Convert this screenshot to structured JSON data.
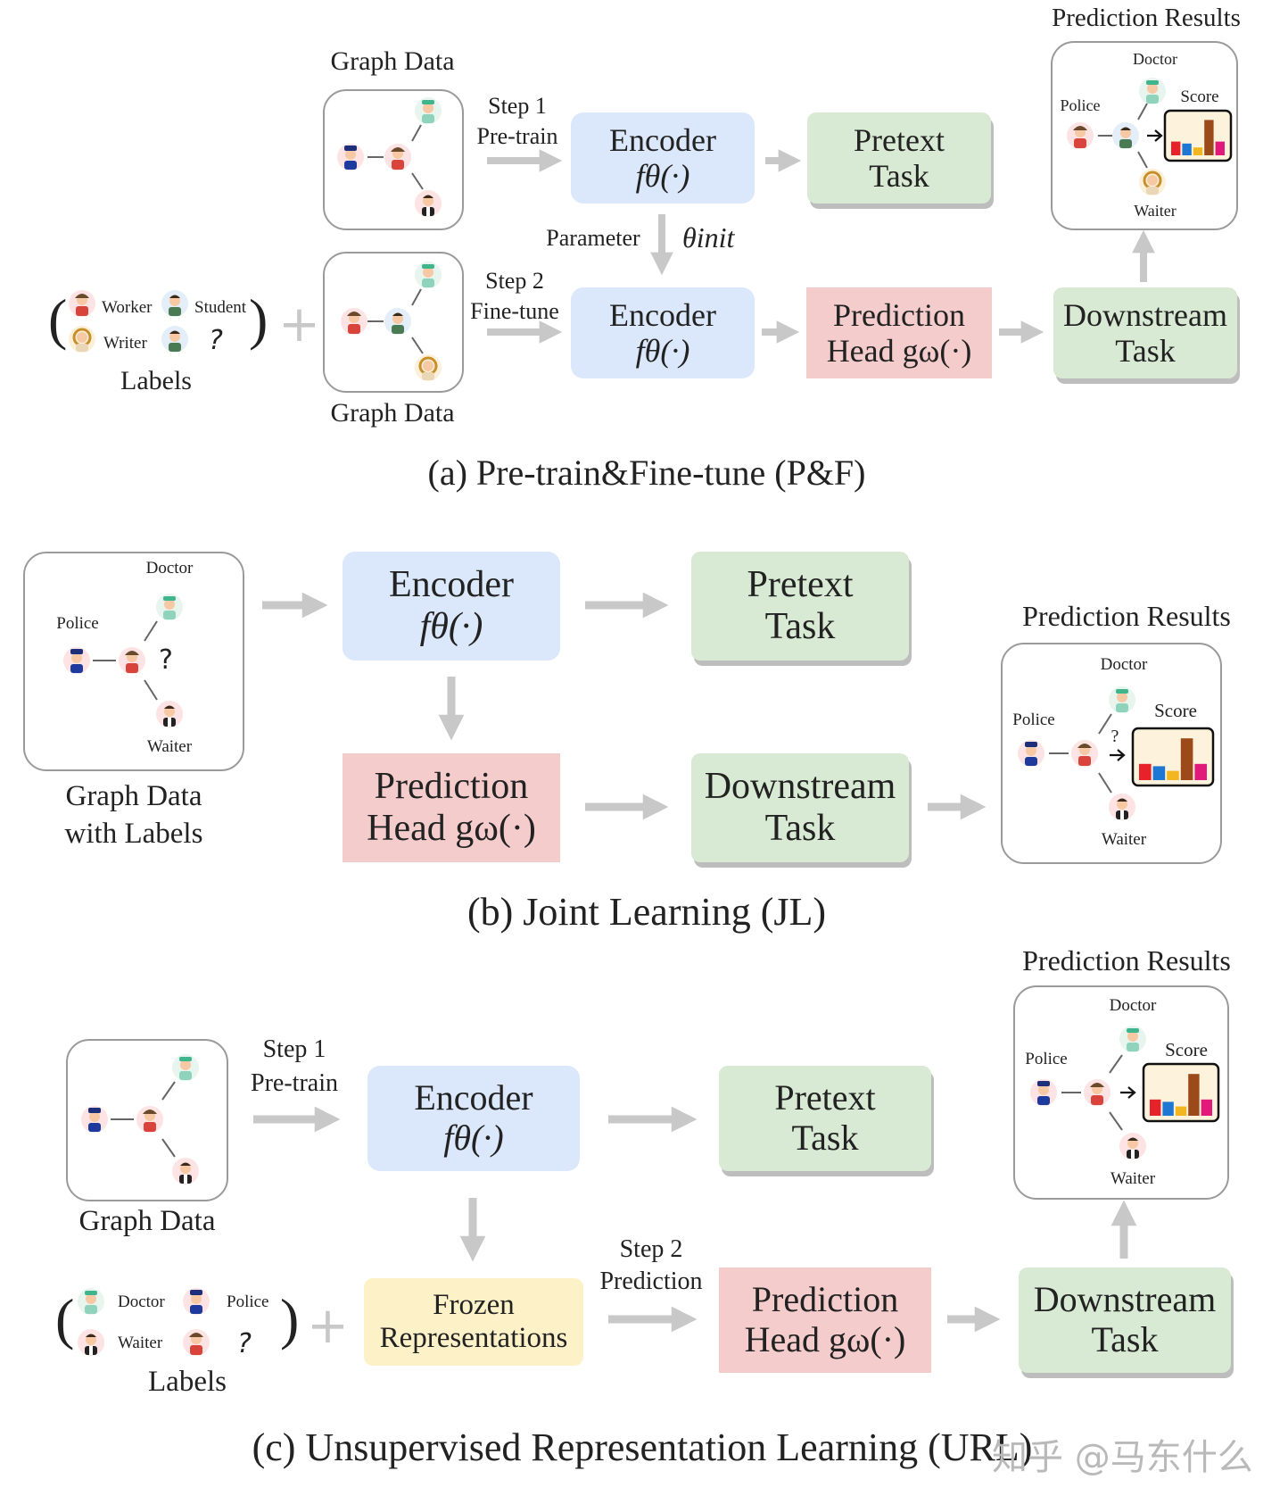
{
  "a": {
    "caption": "(a)  Pre-train&Fine-tune (P&F)",
    "graph_data_top": "Graph Data",
    "graph_data_bottom": "Graph Data",
    "step1": "Step 1",
    "step1_sub": "Pre-train",
    "step2": "Step 2",
    "step2_sub": "Fine-tune",
    "encoder": "Encoder",
    "encoder_fn": "fθ(·)",
    "pretext_l1": "Pretext",
    "pretext_l2": "Task",
    "parameter": "Parameter",
    "theta_init": "θinit",
    "pred_l1": "Prediction",
    "pred_l2": "Head gω(·)",
    "down_l1": "Downstream",
    "down_l2": "Task",
    "results_title": "Prediction Results",
    "labels_caption": "Labels",
    "labels": [
      "Worker",
      "Student",
      "Writer"
    ],
    "question": "?",
    "res_doctor": "Doctor",
    "res_police": "Police",
    "res_score": "Score",
    "res_waiter": "Waiter"
  },
  "b": {
    "caption": "(b)  Joint Learning (JL)",
    "graph_l1": "Graph Data",
    "graph_l2": "with Labels",
    "doctor": "Doctor",
    "police": "Police",
    "waiter": "Waiter",
    "question": "?",
    "encoder": "Encoder",
    "encoder_fn": "fθ(·)",
    "pretext_l1": "Pretext",
    "pretext_l2": "Task",
    "pred_l1": "Prediction",
    "pred_l2": "Head gω(·)",
    "down_l1": "Downstream",
    "down_l2": "Task",
    "results_title": "Prediction Results",
    "res_doctor": "Doctor",
    "res_police": "Police",
    "res_score": "Score",
    "res_waiter": "Waiter",
    "res_question": "?"
  },
  "c": {
    "caption": "(c)  Unsupervised Representation Learning (URL)",
    "graph_data": "Graph Data",
    "step1": "Step 1",
    "step1_sub": "Pre-train",
    "step2": "Step 2",
    "step2_sub": "Prediction",
    "encoder": "Encoder",
    "encoder_fn": "fθ(·)",
    "pretext_l1": "Pretext",
    "pretext_l2": "Task",
    "frozen_l1": "Frozen",
    "frozen_l2": "Representations",
    "pred_l1": "Prediction",
    "pred_l2": "Head gω(·)",
    "down_l1": "Downstream",
    "down_l2": "Task",
    "results_title": "Prediction Results",
    "labels_caption": "Labels",
    "labels": [
      "Doctor",
      "Police",
      "Waiter"
    ],
    "question": "?",
    "res_doctor": "Doctor",
    "res_police": "Police",
    "res_score": "Score",
    "res_waiter": "Waiter"
  },
  "watermark": "知乎 @马东什么",
  "colors": {
    "encoder": "#dbe7fa",
    "pretext": "#d8ead3",
    "prediction": "#f5cccc",
    "frozen": "#fdf1c8",
    "arrow": "#c8c8c8",
    "bars": [
      "#e8222a",
      "#1f77d4",
      "#f2b620",
      "#9c4a1a",
      "#e0197a"
    ]
  }
}
